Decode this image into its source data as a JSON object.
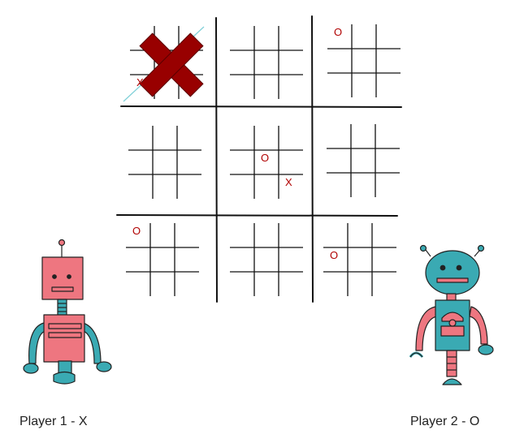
{
  "colors": {
    "grid_line": "#111111",
    "mark": "#b00000",
    "big_x": "#980000",
    "win_line": "#7fd0d8",
    "robot_pink": "#ee7680",
    "robot_teal": "#3aaab3",
    "outline": "#222222"
  },
  "board": {
    "boards": [
      {
        "id": "top-left",
        "winner": "X",
        "winner_icon": "big-x-icon",
        "marks": [
          {
            "cell": "bottom-left",
            "symbol": "X"
          }
        ]
      },
      {
        "id": "top-middle",
        "winner": null,
        "marks": []
      },
      {
        "id": "top-right",
        "winner": null,
        "marks": [
          {
            "cell": "top-left",
            "symbol": "O"
          }
        ]
      },
      {
        "id": "middle-left",
        "winner": null,
        "marks": []
      },
      {
        "id": "center",
        "winner": null,
        "marks": [
          {
            "cell": "center",
            "symbol": "O"
          },
          {
            "cell": "bottom-right",
            "symbol": "X"
          }
        ]
      },
      {
        "id": "middle-right",
        "winner": null,
        "marks": []
      },
      {
        "id": "bottom-left",
        "winner": null,
        "marks": [
          {
            "cell": "top-left",
            "symbol": "O"
          }
        ]
      },
      {
        "id": "bottom-middle",
        "winner": null,
        "marks": []
      },
      {
        "id": "bottom-right",
        "winner": null,
        "marks": [
          {
            "cell": "middle-left",
            "symbol": "O"
          }
        ]
      }
    ]
  },
  "players": {
    "p1": {
      "label": "Player 1 - X",
      "avatar_icon": "robot-boxy-icon"
    },
    "p2": {
      "label": "Player 2 - O",
      "avatar_icon": "robot-round-icon"
    }
  }
}
